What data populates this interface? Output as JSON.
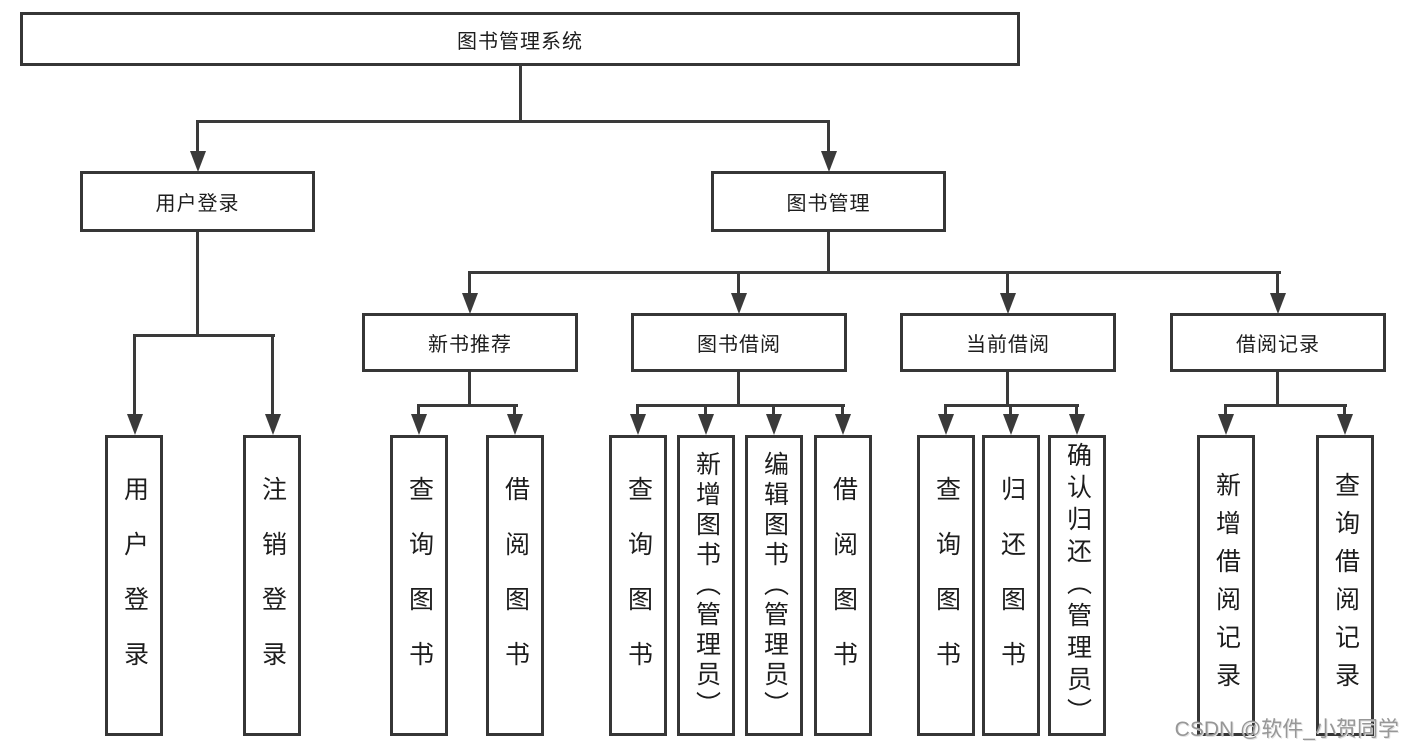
{
  "root_label": "图书管理系统",
  "nodes": {
    "user_login": "用户登录",
    "book_mgmt": "图书管理",
    "new_books": "新书推荐",
    "book_borrow": "图书借阅",
    "current_borrow": "当前借阅",
    "borrow_records": "借阅记录"
  },
  "leaves": {
    "login": "用户登录",
    "logout": "注销登录",
    "nb_query": "查询图书",
    "nb_borrow": "借阅图书",
    "bb_query": "查询图书",
    "bb_add": "新增图书（管理员）",
    "bb_edit": "编辑图书（管理员）",
    "bb_borrow": "借阅图书",
    "cb_query": "查询图书",
    "cb_return": "归还图书",
    "cb_confirm": "确认归还（管理员）",
    "br_add": "新增借阅记录",
    "br_query": "查询借阅记录"
  },
  "watermark": "CSDN @软件_小贺同学",
  "colors": {
    "line": "#3a3a3a",
    "border": "#363636",
    "text": "#1d1d1d",
    "watermark": "#979797",
    "background": "#ffffff"
  }
}
